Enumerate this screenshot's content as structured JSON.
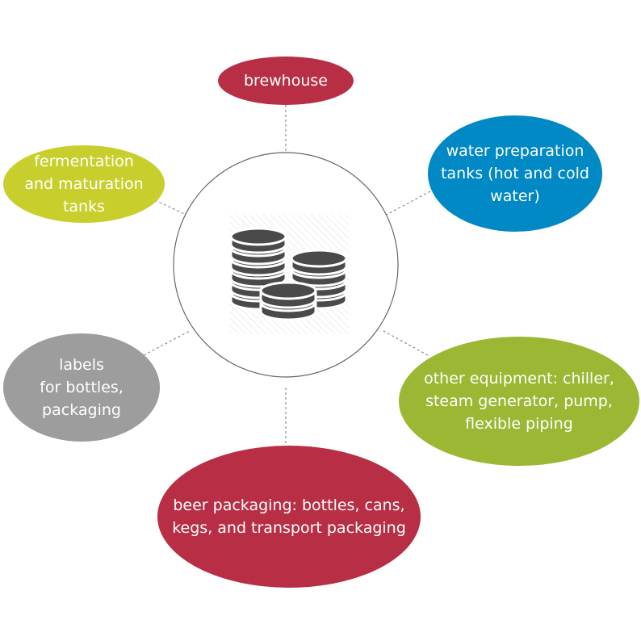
{
  "center": {
    "icon": "coins-stack-icon",
    "icon_color": "#4a4a4a"
  },
  "nodes": [
    {
      "id": "brewhouse",
      "lines": [
        "brewhouse"
      ],
      "color": "#b82f45"
    },
    {
      "id": "fermentation",
      "lines": [
        "fermentation",
        "and maturation",
        "tanks"
      ],
      "color": "#c8cf2d"
    },
    {
      "id": "water",
      "lines": [
        "water preparation",
        "tanks (hot and cold",
        "water)"
      ],
      "color": "#0089c4"
    },
    {
      "id": "labels",
      "lines": [
        "labels",
        "for bottles,",
        "packaging"
      ],
      "color": "#9d9d9d"
    },
    {
      "id": "other",
      "lines": [
        "other equipment: chiller,",
        "steam generator, pump,",
        "flexible piping"
      ],
      "color": "#9bb733"
    },
    {
      "id": "beer-packaging",
      "lines": [
        "beer packaging: bottles, cans,",
        "kegs, and transport packaging"
      ],
      "color": "#b82f45"
    }
  ]
}
